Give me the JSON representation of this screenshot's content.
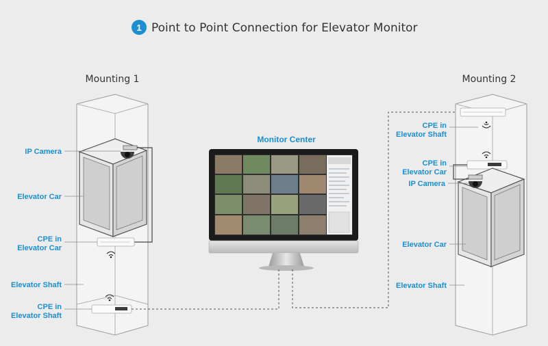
{
  "header": {
    "number": "1",
    "title": "Point to Point Connection for Elevator Monitor",
    "accent_color": "#1a8fd1"
  },
  "mounting1": {
    "title": "Mounting 1",
    "ip_camera": "IP Camera",
    "elevator_car": "Elevator Car",
    "cpe_car_line1": "CPE in",
    "cpe_car_line2": "Elevator Car",
    "elevator_shaft": "Elevator Shaft",
    "cpe_shaft_line1": "CPE in",
    "cpe_shaft_line2": "Elevator Shaft"
  },
  "monitor": {
    "title": "Monitor Center"
  },
  "mounting2": {
    "title": "Mounting 2",
    "cpe_shaft_line1": "CPE in",
    "cpe_shaft_line2": "Elevator Shaft",
    "cpe_car_line1": "CPE in",
    "cpe_car_line2": "Elevator Car",
    "ip_camera": "IP Camera",
    "elevator_car": "Elevator Car",
    "elevator_shaft": "Elevator Shaft"
  },
  "icons": {
    "camera": "dome-camera-icon",
    "cpe": "cpe-device-icon",
    "wireless": "wifi-signal-icon",
    "monitor": "desktop-monitor-icon"
  }
}
